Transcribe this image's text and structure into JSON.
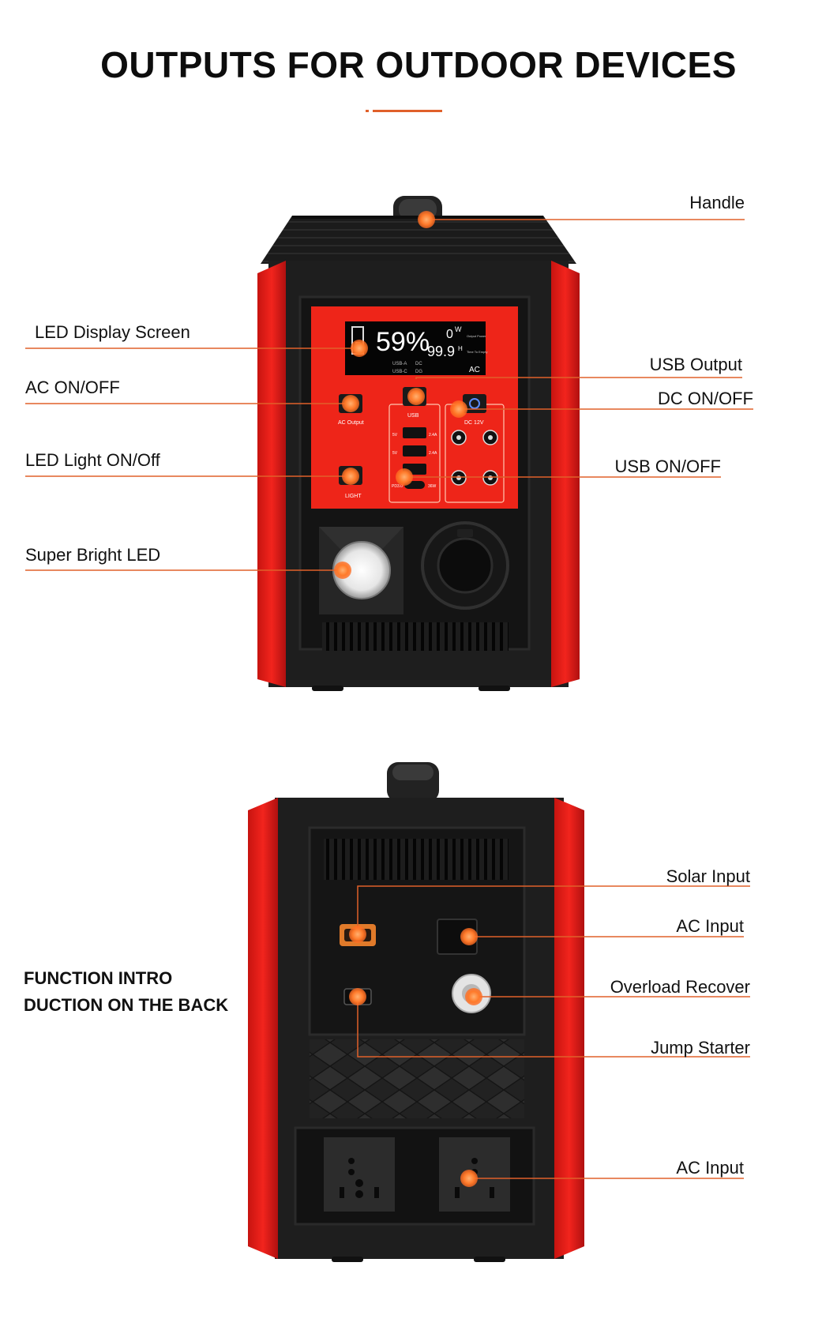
{
  "title": "OUTPUTS FOR OUTDOOR DEVICES",
  "accent_color": "#e0602a",
  "body_color": "#e8201c",
  "front_labels": {
    "handle": "Handle",
    "led_display_screen": "LED Display Screen",
    "ac_on_off": "AC ON/OFF",
    "usb_output": "USB Output",
    "dc_on_off": "DC ON/OFF",
    "led_light_on_off": "LED Light ON/Off",
    "usb_on_off": "USB ON/OFF",
    "super_bright_led": "Super Bright LED"
  },
  "lcd": {
    "percent": "59%",
    "watts": "0",
    "watt_unit": "W",
    "hours": "99.9",
    "hour_unit": "H",
    "output_power": "Output Power",
    "time_to_empty": "Time To Empty",
    "usb_a": "USB-A",
    "usb_c": "USB-C",
    "dc": "DC",
    "dg": "DG",
    "ac": "AC"
  },
  "panel": {
    "ac_output": "AC Output",
    "usb": "USB",
    "dc_12v": "DC 12V",
    "light": "LIGHT",
    "port_5v_a": "5V",
    "port_24a": "2.4A",
    "port_5v_b": "5V",
    "port_24a_b": "2.4A",
    "port_pd": "PD3.0",
    "port_watts": "36W"
  },
  "back_intro": [
    "FUNCTION INTRO",
    "DUCTION ON THE BACK"
  ],
  "back_labels": {
    "solar_input": "Solar Input",
    "ac_input_top": "AC Input",
    "overload_recover": "Overload Recover",
    "jump_starter": "Jump Starter",
    "ac_input_bottom": "AC Input"
  },
  "icons": [
    "power-icon",
    "hotspot-dot-icon"
  ]
}
